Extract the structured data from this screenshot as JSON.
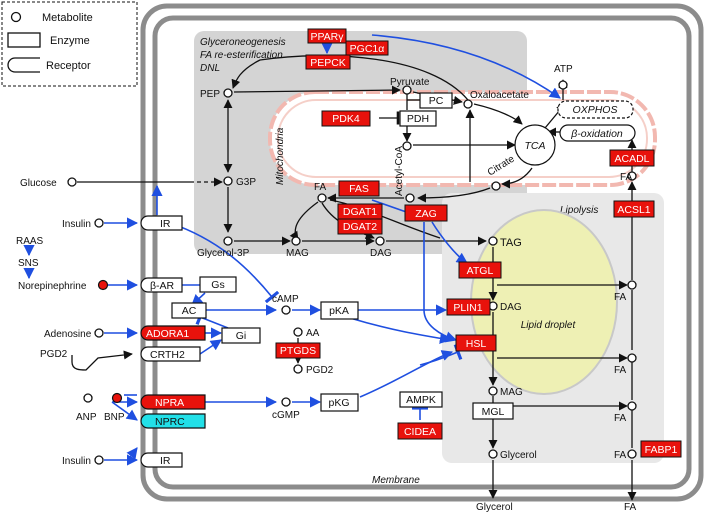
{
  "legend": {
    "metabolite": "Metabolite",
    "enzyme": "Enzyme",
    "receptor": "Receptor"
  },
  "region_labels": {
    "glyceroneogenesis": "Glyceroneogenesis",
    "fa_reesterification": "FA re-esterification",
    "dnl": "DNL",
    "mitochondria": "Mitochondria",
    "lipolysis": "Lipolysis",
    "lipid_droplet": "Lipid droplet",
    "membrane": "Membrane"
  },
  "red_enzymes": {
    "ppary": "PPARγ",
    "pgc1a": "PGC1α",
    "pepck": "PEPCK",
    "pdk4": "PDK4",
    "fas": "FAS",
    "dgat1": "DGAT1",
    "dgat2": "DGAT2",
    "zag": "ZAG",
    "atgl": "ATGL",
    "plin1": "PLIN1",
    "hsl": "HSL",
    "ptgds": "PTGDS",
    "cidea": "CIDEA",
    "acadl": "ACADL",
    "acsl1": "ACSL1",
    "fabp1": "FABP1"
  },
  "white_enzymes": {
    "pc": "PC",
    "pdh": "PDH",
    "oxphos": "OXPHOS",
    "beta_oxidation": "β-oxidation",
    "tca": "TCA",
    "ac": "AC",
    "gs": "Gs",
    "gi": "Gi",
    "pka": "pKA",
    "pkg": "pKG",
    "ampk": "AMPK",
    "mgl": "MGL"
  },
  "receptors": {
    "ir_top": "IR",
    "beta_ar": "β-AR",
    "adora1": "ADORA1",
    "crth2": "CRTH2",
    "npra": "NPRA",
    "nprc": "NPRC",
    "ir_bottom": "IR"
  },
  "metabolites": {
    "atp": "ATP",
    "pep": "PEP",
    "pyruvate": "Pyruvate",
    "oxaloacetate": "Oxaloacetate",
    "acetyl_coa": "Acetyl-CoA",
    "citrate": "Citrate",
    "g3p": "G3P",
    "fa_dnl": "FA",
    "glycerol_3p": "Glycerol-3P",
    "mag_top": "MAG",
    "dag_top": "DAG",
    "tag": "TAG",
    "dag_ld": "DAG",
    "mag_ld": "MAG",
    "glycerol_in": "Glycerol",
    "glycerol_out": "Glycerol",
    "fa_right_1": "FA",
    "fa_right_2": "FA",
    "fa_right_3": "FA",
    "fa_right_4": "FA",
    "fa_right_5": "FA",
    "fa_out": "FA",
    "camp": "cAMP",
    "cgmp": "cGMP",
    "aa": "AA",
    "pgd2_in": "PGD2",
    "glucose": "Glucose",
    "insulin_top": "Insulin",
    "raas": "RAAS",
    "sns": "SNS",
    "norepinephrine": "Norepinephrine",
    "adenosine": "Adenosine",
    "pgd2_out": "PGD2",
    "anp": "ANP",
    "bnp": "BNP",
    "insulin_bottom": "Insulin"
  },
  "colors": {
    "enzyme_red": "#e8120c",
    "receptor_cyan": "#22e0e8",
    "arrow_blue": "#1f4fe0",
    "cell_border": "#8c8c8c",
    "region_gray": "#d4d4d4",
    "droplet_fill": "#eef0b4"
  }
}
